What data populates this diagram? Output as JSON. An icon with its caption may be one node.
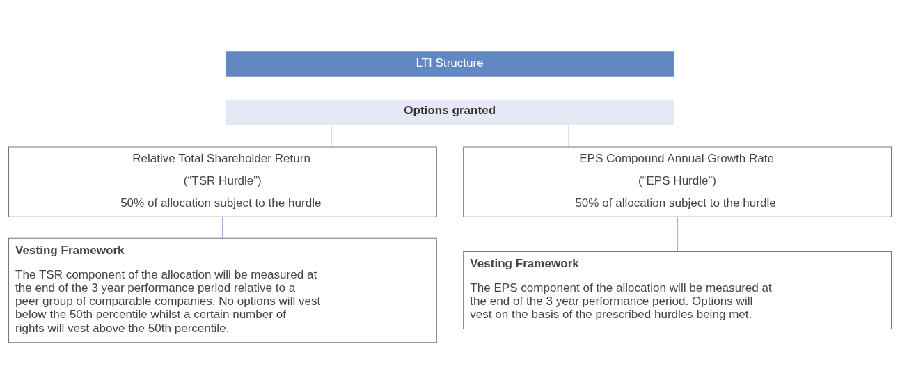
{
  "diagram": {
    "nodes": [
      {
        "text": [
          "LTI Structure"
        ]
      },
      {
        "text": [
          "Options granted"
        ]
      },
      {
        "text": [
          "Relative Total Shareholder Return",
          "(“TSR Hurdle”)",
          "50% of allocation subject to the hurdle"
        ]
      },
      {
        "text": [
          "EPS Compound Annual Growth Rate",
          "(“EPS Hurdle”)",
          "50% of allocation subject to the hurdle"
        ]
      },
      {
        "text": [
          "Vesting Framework",
          "The TSR component of the allocation will be measured at the end of the 3 year performance period relative to a peer group of comparable companies. No options will vest below the 50th percentile whilst a certain number of rights will vest above the 50th percentile."
        ]
      },
      {
        "text": [
          "Vesting Framework",
          "The EPS component of the allocation will be measured at the end of the 3 year performance period. Options will vest on the basis of the prescribed hurdles being met."
        ]
      }
    ],
    "edges": [
      {
        "from": 1,
        "to": 2,
        "arrow": "none"
      },
      {
        "from": 1,
        "to": 3,
        "arrow": "none"
      },
      {
        "from": 2,
        "to": 4,
        "arrow": "none"
      },
      {
        "from": 3,
        "to": 5,
        "arrow": "none"
      }
    ]
  }
}
